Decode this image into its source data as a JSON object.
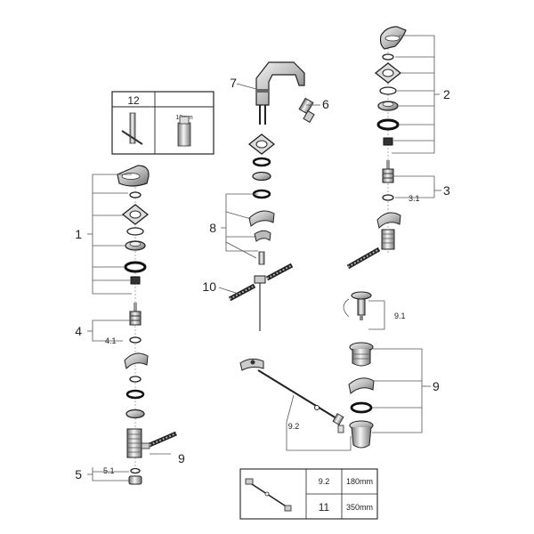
{
  "callouts": {
    "c1": "1",
    "c2": "2",
    "c3": "3",
    "c3_1": "3.1",
    "c4": "4",
    "c4_1": "4.1",
    "c5": "5",
    "c5_1": "5.1",
    "c6": "6",
    "c7": "7",
    "c8": "8",
    "c9": "9",
    "c9_left": "9",
    "c9_1": "9.1",
    "c9_2": "9.2",
    "c10": "10"
  },
  "tool_box": {
    "item": "12",
    "size": "13mm"
  },
  "length_table": {
    "rows": [
      {
        "part": "9.2",
        "length": "180mm"
      },
      {
        "part": "11",
        "length": "350mm"
      }
    ]
  }
}
